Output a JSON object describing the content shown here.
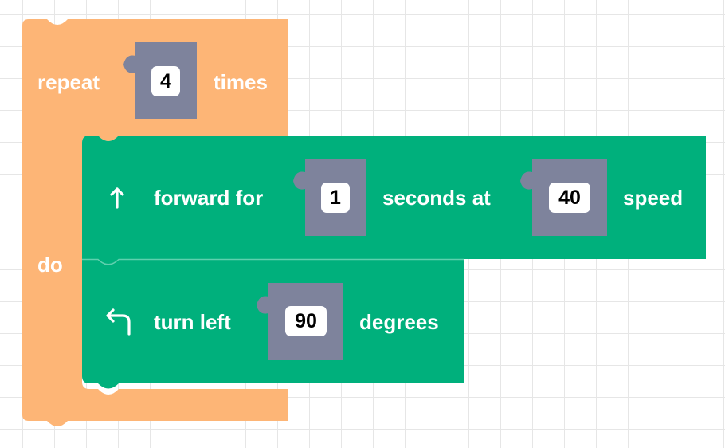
{
  "colors": {
    "loop_block": "#FDB576",
    "motion_block": "#00B07C",
    "value_socket": "#7E839C",
    "grid_line": "#E6E6E6"
  },
  "repeat_block": {
    "label_repeat": "repeat",
    "count_value": "4",
    "label_times": "times",
    "label_do": "do"
  },
  "forward_block": {
    "icon": "arrow-up-icon",
    "label_forward": "forward for",
    "seconds_value": "1",
    "label_seconds": "seconds at",
    "speed_value": "40",
    "label_speed": "speed"
  },
  "turn_block": {
    "icon": "turn-left-arrow-icon",
    "label_turn": "turn left",
    "degrees_value": "90",
    "label_degrees": "degrees"
  }
}
